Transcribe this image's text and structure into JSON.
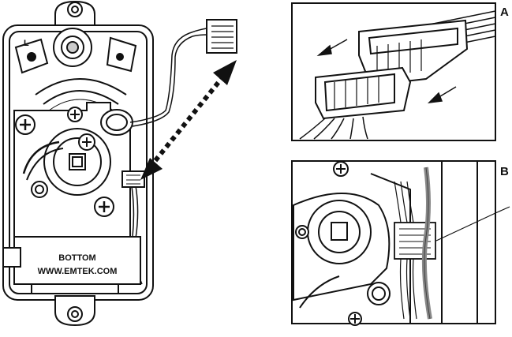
{
  "diagram": {
    "housing_text_line1": "BOTTOM",
    "housing_text_line2": "WWW.EMTEK.COM",
    "housing_mark": "L",
    "panel_a_label": "A",
    "panel_b_label": "B"
  },
  "icons": {
    "main": "lock-housing-illustration",
    "connector": "wire-connector-icon",
    "arrow": "double-headed-dotted-arrow"
  },
  "colors": {
    "line": "#111111",
    "background": "#ffffff",
    "wire_highlight": "#888888"
  }
}
